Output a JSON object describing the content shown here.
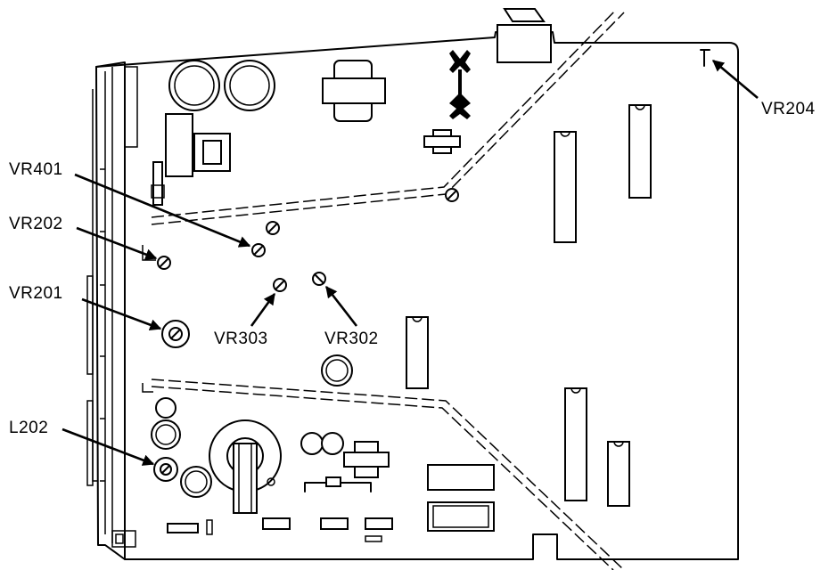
{
  "diagram": {
    "labels": {
      "vr401": "VR401",
      "vr202": "VR202",
      "vr201": "VR201",
      "l202": "L202",
      "vr303": "VR303",
      "vr302": "VR302",
      "vr204": "VR204"
    }
  }
}
